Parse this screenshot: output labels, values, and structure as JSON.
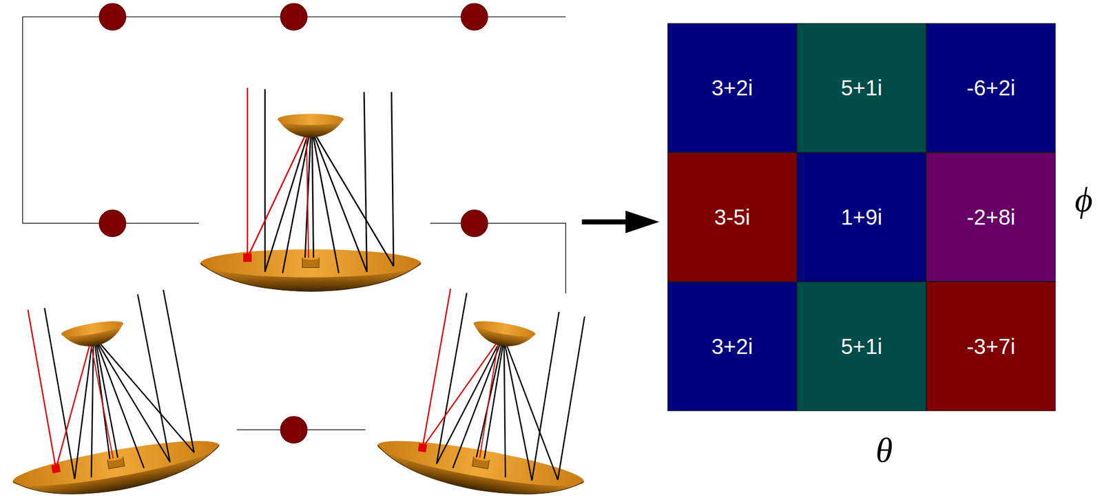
{
  "diagram": {
    "nodes": [
      {
        "text": [
          "3+2i"
        ]
      },
      {
        "text": [
          "5+1i"
        ]
      },
      {
        "text": [
          "-6+2i"
        ]
      },
      {
        "text": [
          "3-5i"
        ]
      },
      {
        "text": [
          "1+9i"
        ]
      },
      {
        "text": [
          "-2+8i"
        ]
      },
      {
        "text": [
          "3+2i"
        ]
      },
      {
        "text": [
          "5+1i"
        ]
      },
      {
        "text": [
          "-3+7i"
        ]
      }
    ],
    "labels": [
      "ϕ",
      "θ"
    ]
  }
}
